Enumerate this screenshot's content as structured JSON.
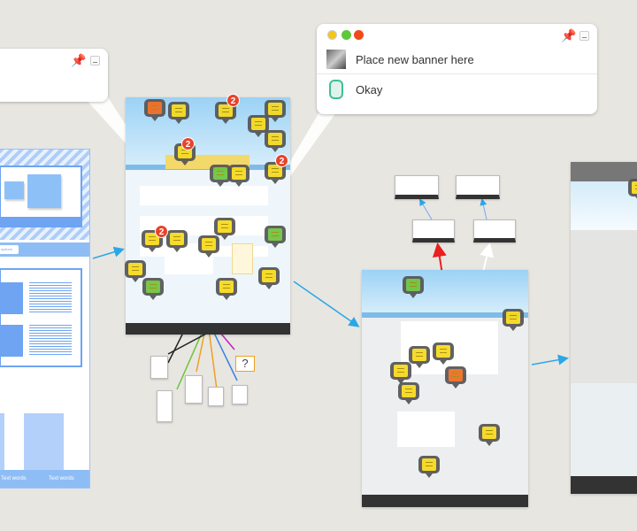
{
  "comment_popup": {
    "window_controls": [
      "close",
      "minimize",
      "maximize"
    ],
    "comments": [
      {
        "author_avatar": "photo-avatar",
        "text": "Place new banner here"
      },
      {
        "author_avatar": "illustrated-avatar",
        "text": "Okay"
      }
    ]
  },
  "wireframe": {
    "button_label": "options",
    "footer_links": [
      "Text words",
      "Text words"
    ]
  },
  "comment_badges": [
    "2",
    "2",
    "2",
    "2"
  ],
  "unknown_marker": "?",
  "colors": {
    "background": "#e8e6e1",
    "arrow_blue": "#2aa7e8",
    "marker_yellow": "#f7d91a",
    "marker_green": "#6cc43c",
    "marker_orange": "#f06a1f",
    "badge_red": "#e8432b"
  }
}
